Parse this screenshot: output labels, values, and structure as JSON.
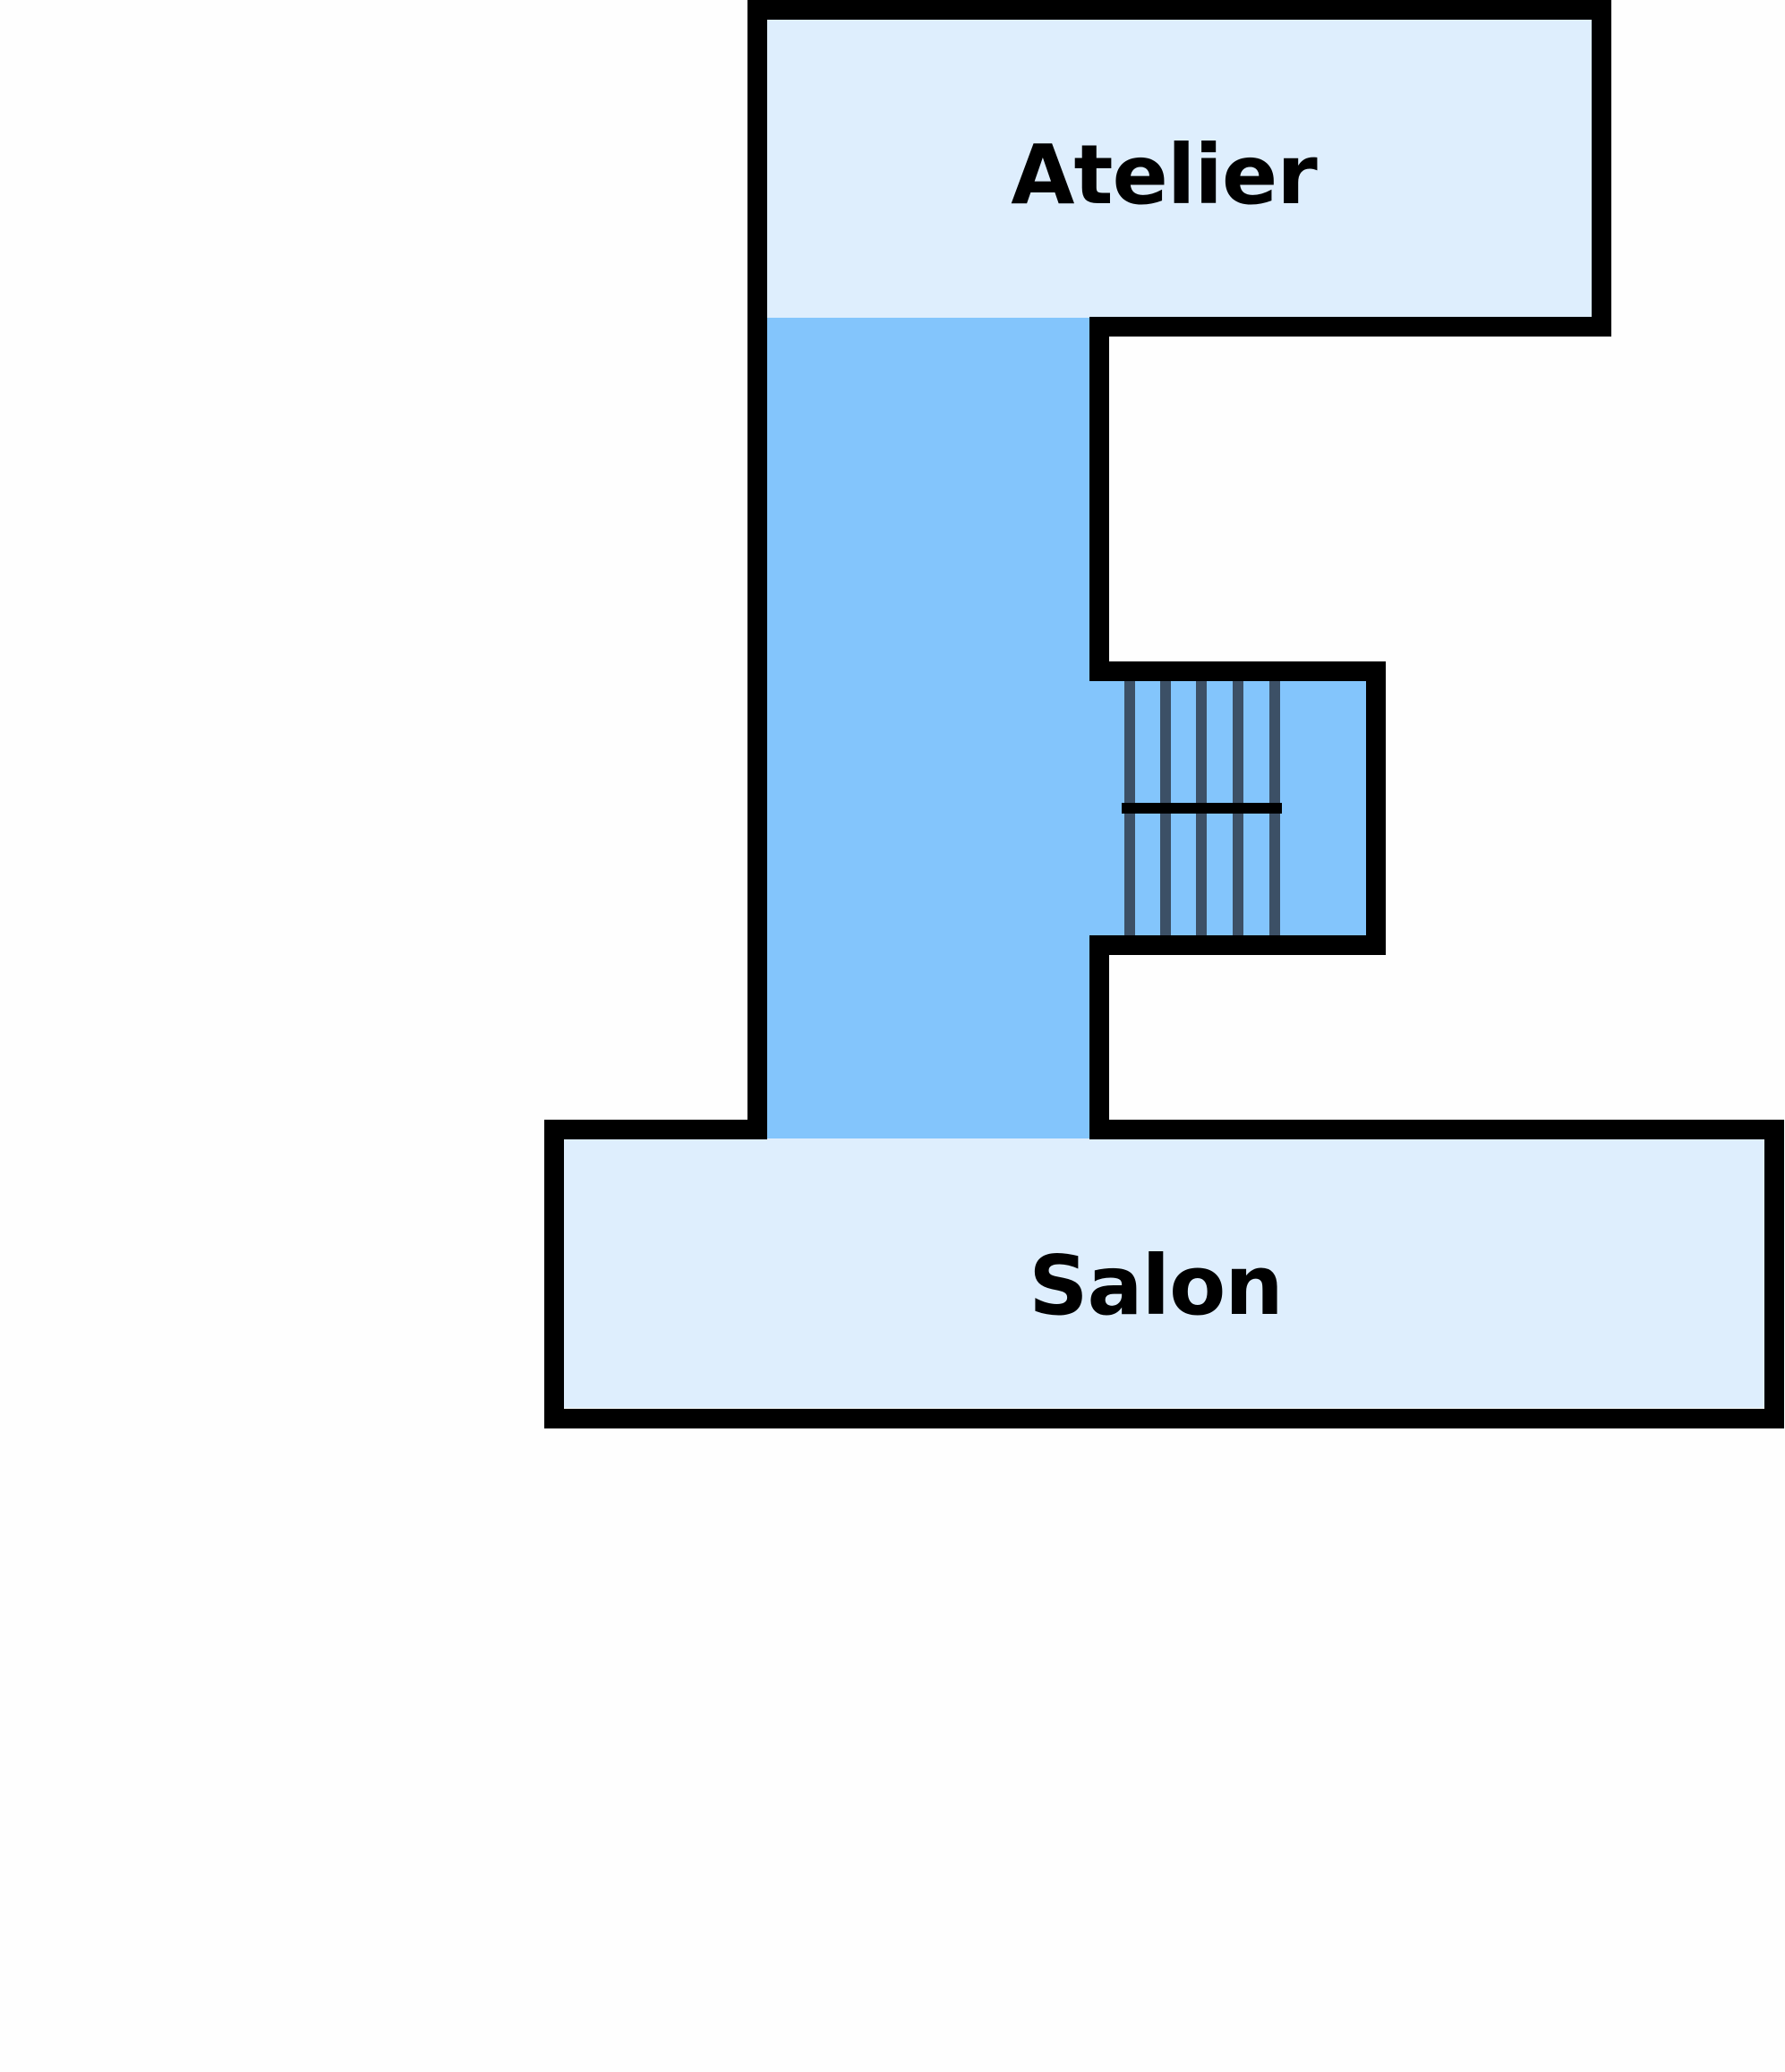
{
  "floorplan": {
    "rooms": [
      {
        "id": "atelier",
        "label": "Atelier"
      },
      {
        "id": "salon",
        "label": "Salon"
      }
    ],
    "stair": {
      "steps": 5
    },
    "colors": {
      "background": "#fefefe",
      "room_fill": "#deeefd",
      "corridor_fill": "#83c5fc",
      "wall": "#000000",
      "stair_line": "#3c5066"
    }
  }
}
